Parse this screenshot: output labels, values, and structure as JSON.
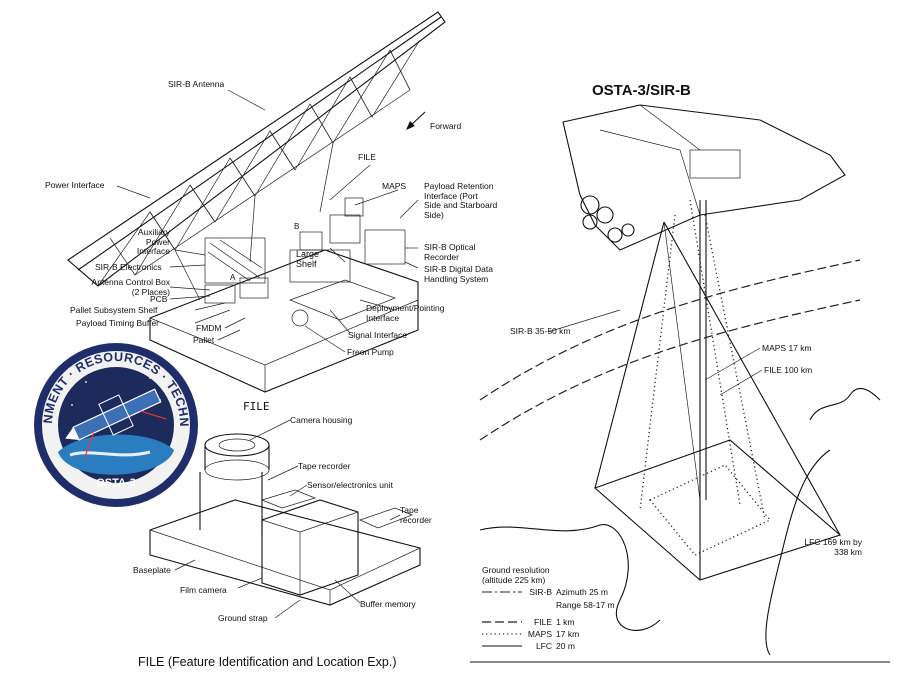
{
  "title": "OSTA-3/SIR-B",
  "caption": "FILE (Feature Identification and Location Exp.)",
  "file_heading": "FILE",
  "pallet_labels": {
    "sirb_antenna": "SIR-B Antenna",
    "forward": "Forward",
    "power_interface": "Power Interface",
    "file": "FILE",
    "maps": "MAPS",
    "payload_retention": "Payload Retention\nInterface (Port\nSide and Starboard\nSide)",
    "aux_power": "Auxiliary\nPower\nInterface",
    "optical_recorder": "SIR-B Optical\nRecorder",
    "large_shelf": "Large\nShelf",
    "digital_data": "SIR-B Digital Data\nHandling System",
    "sirb_electronics": "SIR-B Electronics",
    "antenna_control": "Antenna Control Box\n(2 Places)",
    "pcb": "PCB",
    "pallet_subsystem": "Pallet Subsystem Shelf",
    "deployment": "Deployment/Pointing\nInterface",
    "payload_timing": "Payload Timing Buffer",
    "fmdm": "FMDM",
    "signal_interface": "Signal Interface",
    "pallet": "Pallet",
    "freon_pump": "Freon Pump",
    "letter_a": "A",
    "letter_b": "B"
  },
  "file_labels": {
    "camera_housing": "Camera housing",
    "tape_recorder_1": "Tape recorder",
    "sensor_unit": "Sensor/electronics unit",
    "tape_recorder_2": "Tape\nrecorder",
    "baseplate": "Baseplate",
    "film_camera": "Film camera",
    "buffer_memory": "Buffer memory",
    "ground_strap": "Ground strap"
  },
  "patch": {
    "ring_text": "ENVIRONMENT · RESOURCES · TECHNOLOGY",
    "mission": "OSTA-3",
    "colors": {
      "rim": "#1f2e6b",
      "ring": "#f2f2f2",
      "space": "#1c2a5c",
      "earth": "#2a7ec0"
    }
  },
  "swath_labels": {
    "sirb": "SIR-B 35-50 km",
    "maps": "MAPS 17 km",
    "file": "FILE 100 km",
    "lfc": "LFC 169 km by\n338 km"
  },
  "legend": {
    "title": "Ground resolution",
    "subtitle": "(altitude 225 km)",
    "rows": [
      {
        "name": "SIR-B",
        "value": "Azimuth 25 m",
        "style": "dashdot"
      },
      {
        "name": "",
        "value": "Range 58-17 m",
        "style": "none"
      },
      {
        "name": "FILE",
        "value": "1 km",
        "style": "dash"
      },
      {
        "name": "MAPS",
        "value": "17 km",
        "style": "dot"
      },
      {
        "name": "LFC",
        "value": "20 m",
        "style": "solid"
      }
    ]
  }
}
